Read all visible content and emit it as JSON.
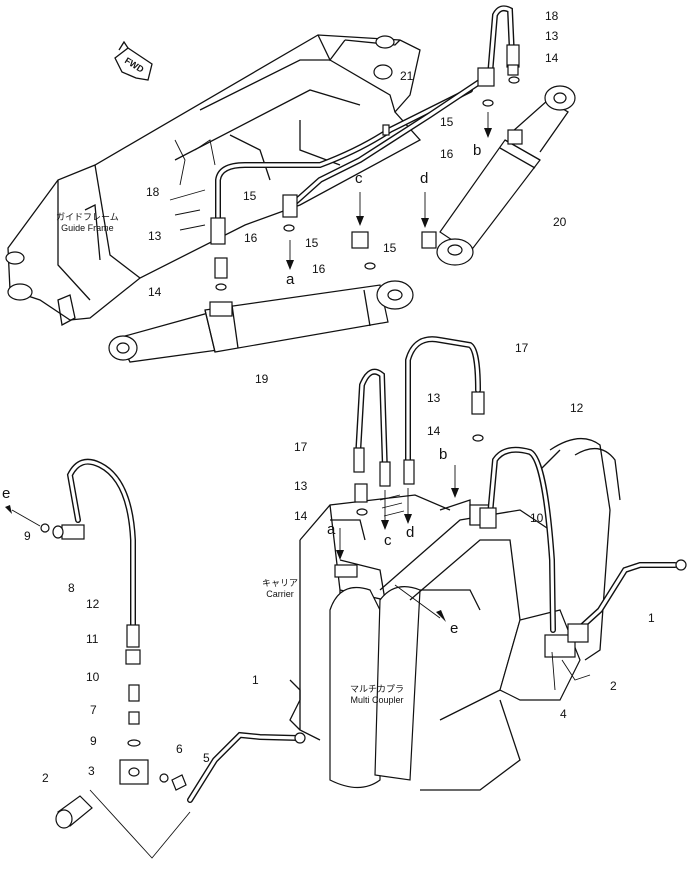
{
  "notes": {
    "guide_frame": {
      "jp": "ガイドフレーム",
      "en": "Guide Frame"
    },
    "carrier": {
      "jp": "キャリア",
      "en": "Carrier"
    },
    "multi_coupler": {
      "jp": "マルチカプラ",
      "en": "Multi Coupler"
    }
  },
  "direction_label": "FWD",
  "callouts": [
    {
      "id": "c18a",
      "text": "18"
    },
    {
      "id": "c13a",
      "text": "13"
    },
    {
      "id": "c14a",
      "text": "14"
    },
    {
      "id": "c21",
      "text": "21"
    },
    {
      "id": "c15a",
      "text": "15"
    },
    {
      "id": "c16a",
      "text": "16"
    },
    {
      "id": "c18b",
      "text": "18"
    },
    {
      "id": "c15b",
      "text": "15"
    },
    {
      "id": "c13b",
      "text": "13"
    },
    {
      "id": "c16b",
      "text": "16"
    },
    {
      "id": "c15c",
      "text": "15"
    },
    {
      "id": "c16c",
      "text": "16"
    },
    {
      "id": "c15d",
      "text": "15"
    },
    {
      "id": "c20",
      "text": "20"
    },
    {
      "id": "c14b",
      "text": "14"
    },
    {
      "id": "c19",
      "text": "19"
    },
    {
      "id": "c17a",
      "text": "17"
    },
    {
      "id": "c13c",
      "text": "13"
    },
    {
      "id": "c12a",
      "text": "12"
    },
    {
      "id": "c14c",
      "text": "14"
    },
    {
      "id": "c17b",
      "text": "17"
    },
    {
      "id": "c13d",
      "text": "13"
    },
    {
      "id": "c14d",
      "text": "14"
    },
    {
      "id": "c10a",
      "text": "10"
    },
    {
      "id": "c1a",
      "text": "1"
    },
    {
      "id": "c2a",
      "text": "2"
    },
    {
      "id": "c4",
      "text": "4"
    },
    {
      "id": "c9a",
      "text": "9"
    },
    {
      "id": "c8",
      "text": "8"
    },
    {
      "id": "c12b",
      "text": "12"
    },
    {
      "id": "c11",
      "text": "11"
    },
    {
      "id": "c10b",
      "text": "10"
    },
    {
      "id": "c7",
      "text": "7"
    },
    {
      "id": "c9b",
      "text": "9"
    },
    {
      "id": "c6",
      "text": "6"
    },
    {
      "id": "c5",
      "text": "5"
    },
    {
      "id": "c3",
      "text": "3"
    },
    {
      "id": "c2b",
      "text": "2"
    },
    {
      "id": "c1b",
      "text": "1"
    }
  ],
  "connection_letters": [
    {
      "id": "la1",
      "text": "a"
    },
    {
      "id": "lb1",
      "text": "b"
    },
    {
      "id": "lc1",
      "text": "c"
    },
    {
      "id": "ld1",
      "text": "d"
    },
    {
      "id": "la2",
      "text": "a"
    },
    {
      "id": "lb2",
      "text": "b"
    },
    {
      "id": "lc2",
      "text": "c"
    },
    {
      "id": "ld2",
      "text": "d"
    },
    {
      "id": "le1",
      "text": "e"
    },
    {
      "id": "le2",
      "text": "e"
    }
  ]
}
